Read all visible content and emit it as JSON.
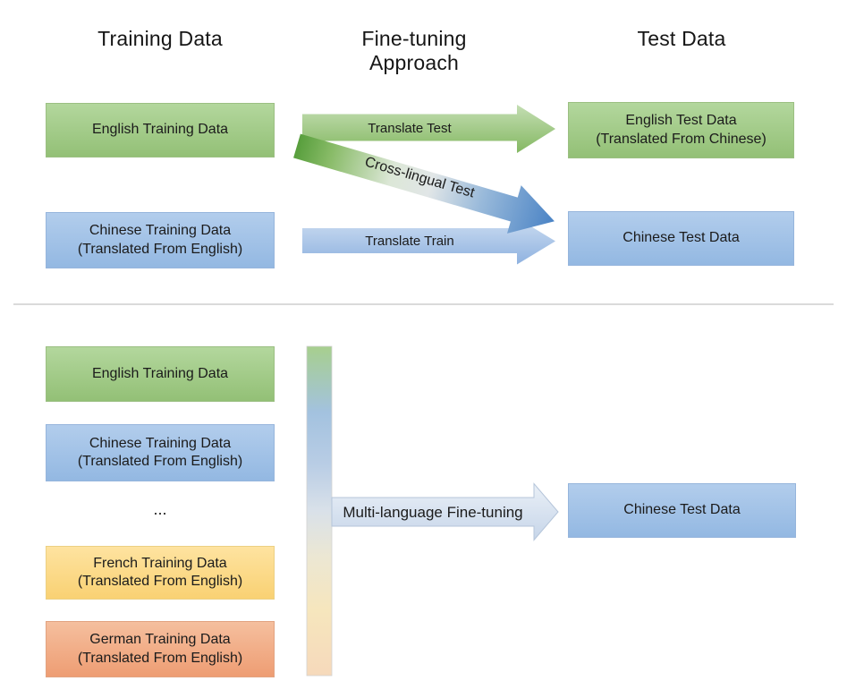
{
  "headers": {
    "training_data": "Training Data",
    "finetuning_approach": "Fine-tuning Approach",
    "test_data": "Test Data"
  },
  "top_panel": {
    "train_boxes": [
      {
        "label": "English Training Data",
        "color": "green"
      },
      {
        "label": "Chinese Training Data\n(Translated From English)",
        "color": "blue"
      }
    ],
    "arrows": [
      {
        "label": "Translate Test",
        "direction": "horizontal",
        "color": "green"
      },
      {
        "label": "Cross-lingual Test",
        "direction": "diagonal-down",
        "color": "green-to-blue"
      },
      {
        "label": "Translate Train",
        "direction": "horizontal",
        "color": "blue"
      }
    ],
    "test_boxes": [
      {
        "label": "English Test Data\n(Translated From Chinese)",
        "color": "green"
      },
      {
        "label": "Chinese Test Data",
        "color": "blue"
      }
    ]
  },
  "bottom_panel": {
    "train_boxes": [
      {
        "label": "English Training Data",
        "color": "green"
      },
      {
        "label": "Chinese Training Data\n(Translated From English)",
        "color": "blue"
      },
      {
        "label": "...",
        "color": "none"
      },
      {
        "label": "French Training Data\n(Translated From English)",
        "color": "yellow"
      },
      {
        "label": "German Training Data\n(Translated From English)",
        "color": "orange"
      }
    ],
    "arrow": {
      "label": "Multi-language Fine-tuning",
      "direction": "horizontal",
      "color": "pale-blue"
    },
    "test_boxes": [
      {
        "label": "Chinese Test Data",
        "color": "blue"
      }
    ]
  },
  "palette": {
    "box_green_top": "#b3d79d",
    "box_green_bottom": "#93c076",
    "box_blue_top": "#b2cdec",
    "box_blue_bottom": "#93b8e2",
    "box_yellow_top": "#fee3a0",
    "box_yellow_bottom": "#f9d173",
    "box_orange_top": "#f5bf9e",
    "box_orange_bottom": "#ee9d73",
    "arrow_green": "#84b862",
    "arrow_blue": "#93b5e1",
    "crosslingual_start_green": "#579e3c",
    "crosslingual_end_blue": "#4a83c5",
    "multilanguage_arrow_fill": "#d7e1ef",
    "divider": "#dadada",
    "text": "#1b1b1b"
  }
}
